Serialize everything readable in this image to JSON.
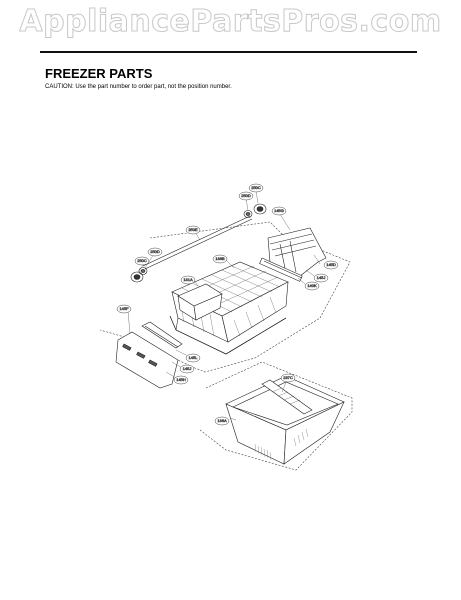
{
  "watermark": "AppliancePartsPros.com",
  "header": {
    "title": "FREEZER PARTS",
    "caution": "CAUTION: Use the part number to order part, not the position number."
  },
  "callouts": {
    "c250c": "250C",
    "c250d_top": "250D",
    "c145g": "145G",
    "c250e": "250E",
    "c250d_left": "250D",
    "c250c_left": "250C",
    "c136b": "136B",
    "c131a": "131A",
    "c145d": "145D",
    "c145j": "145J",
    "c140k": "140K",
    "c145f": "145F",
    "c145l": "145L",
    "c145j_lower": "145J",
    "c145h": "145H",
    "c237c": "237C",
    "c136a": "136A"
  }
}
